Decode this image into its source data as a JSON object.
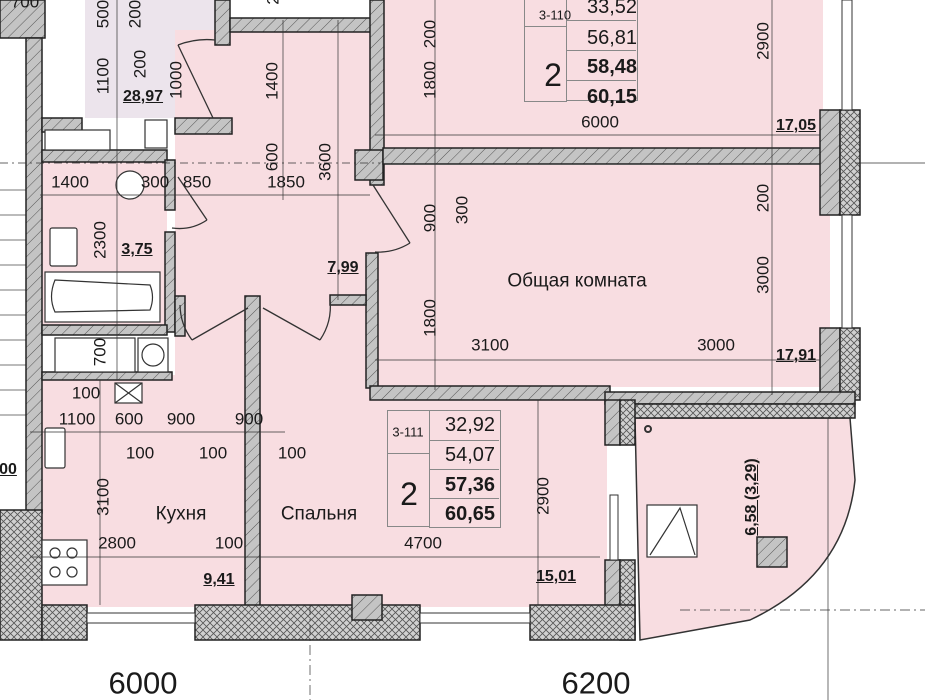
{
  "colors": {
    "room_fill": "#f8dde1",
    "lobby_fill": "#ece4ec",
    "wall": "#bdbdbd",
    "line": "#222222"
  },
  "apartments": [
    {
      "code": "3-110",
      "rooms": "2",
      "areas": [
        "33,52",
        "56,81",
        "58,48",
        "60,15"
      ]
    },
    {
      "code": "3-111",
      "rooms": "2",
      "areas": [
        "32,92",
        "54,07",
        "57,36",
        "60,65"
      ]
    }
  ],
  "rooms": {
    "living": "Общая комната",
    "kitchen": "Кухня",
    "bedroom": "Спальня"
  },
  "room_areas": {
    "lobby": "28,97",
    "bathroom": "3,75",
    "hall": "7,99",
    "room_3110": "17,05",
    "living": "17,91",
    "kitchen": "9,41",
    "bedroom": "15,01",
    "balcony": "6,58 (3,29)",
    "left_partial": "00"
  },
  "dims_h": [
    "1400",
    "300",
    "850",
    "1850",
    "6000",
    "3100",
    "3000",
    "100",
    "1100",
    "600",
    "900",
    "900",
    "100",
    "100",
    "100",
    "2800",
    "100",
    "4700",
    "700"
  ],
  "dims_v": [
    "500",
    "200",
    "1100",
    "200",
    "1000",
    "1400",
    "600",
    "3600",
    "200",
    "1800",
    "2900",
    "900",
    "300",
    "200",
    "3000",
    "1800",
    "2300",
    "700",
    "3100",
    "2900",
    "2"
  ],
  "axes": [
    "6000",
    "6200"
  ]
}
